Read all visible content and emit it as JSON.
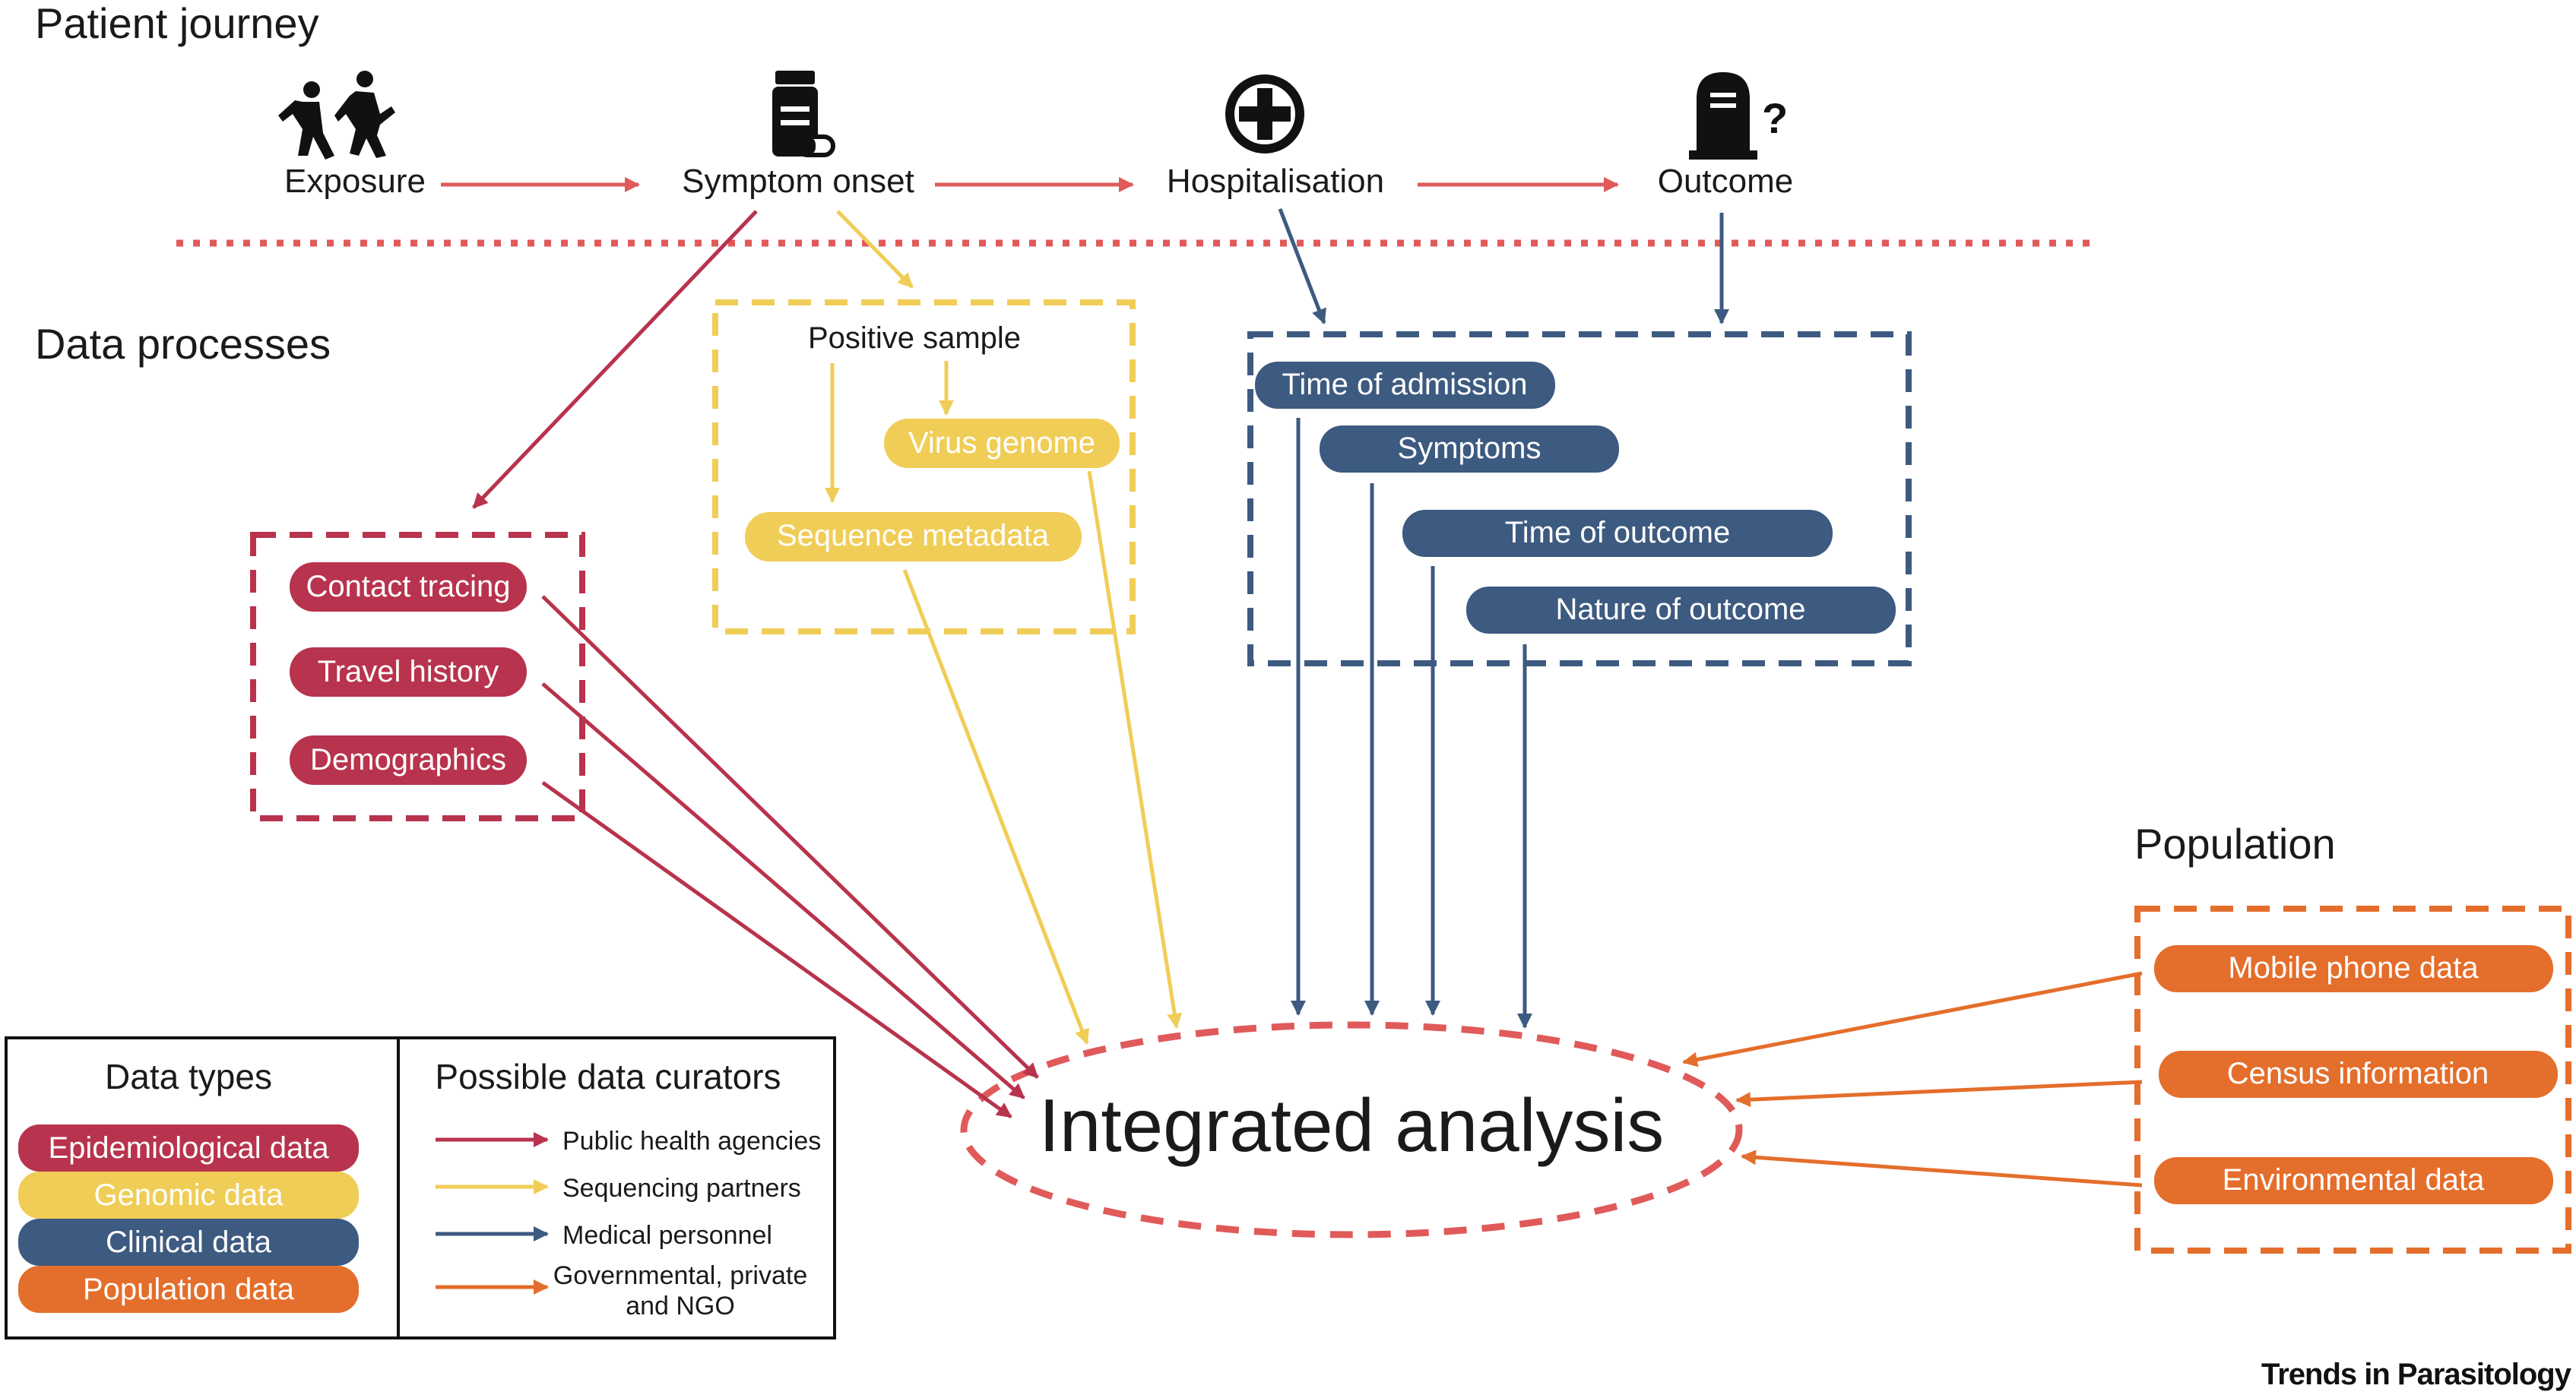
{
  "colors": {
    "epidemiological": "#b8334d",
    "genomic": "#f0cd57",
    "clinical": "#3d5a80",
    "population": "#e46e2b",
    "journey_arrow": "#e05a5a",
    "divider": "#e05a5a",
    "analysis": "#e05a5a",
    "text": "#1a1a1a"
  },
  "sections": {
    "patient_journey": "Patient journey",
    "data_processes": "Data processes",
    "population": "Population"
  },
  "journey": {
    "exposure": {
      "label": "Exposure",
      "icon": "people-icon"
    },
    "symptom_onset": {
      "label": "Symptom onset",
      "icon": "medicine-bottle-icon"
    },
    "hospitalisation": {
      "label": "Hospitalisation",
      "icon": "medical-cross-icon"
    },
    "outcome": {
      "label": "Outcome",
      "icon": "gravestone-question-icon",
      "mark": "?"
    }
  },
  "epidemiological_items": [
    "Contact tracing",
    "Travel history",
    "Demographics"
  ],
  "genomic": {
    "header": "Positive sample",
    "virus_genome": "Virus genome",
    "sequence_metadata": "Sequence metadata"
  },
  "clinical_items": [
    "Time of admission",
    "Symptoms",
    "Time of outcome",
    "Nature of outcome"
  ],
  "population_items": [
    "Mobile phone data",
    "Census information",
    "Environmental data"
  ],
  "center": "Integrated analysis",
  "legend": {
    "data_types_title": "Data types",
    "data_types": [
      "Epidemiological data",
      "Genomic data",
      "Clinical data",
      "Population data"
    ],
    "curators_title": "Possible data curators",
    "curators": [
      "Public health agencies",
      "Sequencing partners",
      "Medical personnel",
      "Governmental, private",
      "and NGO"
    ]
  },
  "footer": "Trends in Parasitology"
}
